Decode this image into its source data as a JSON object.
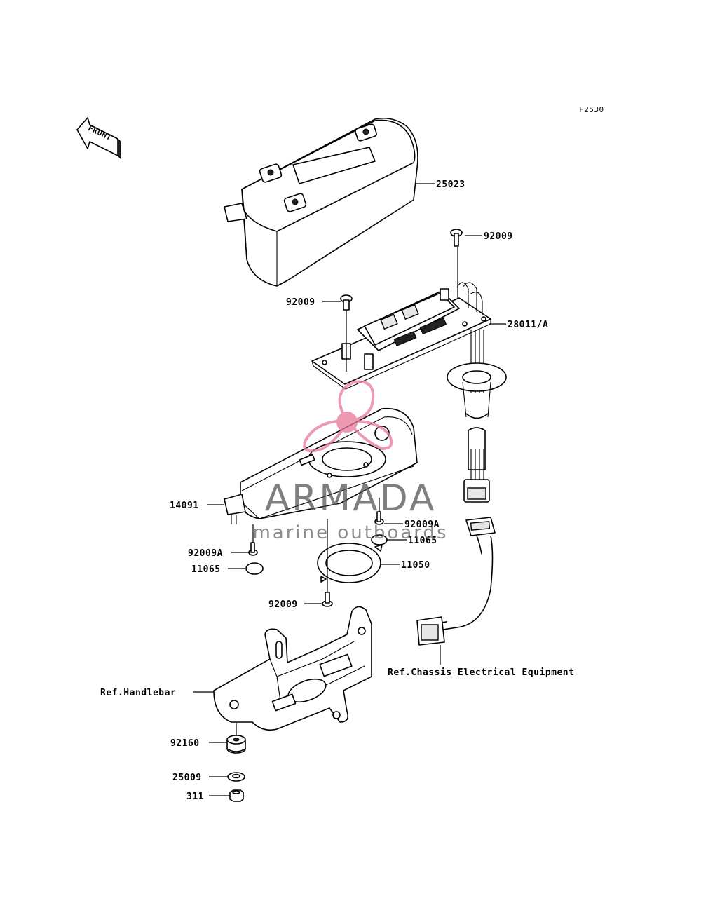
{
  "diagram_code": "F2530",
  "front_arrow_label": "FRONT",
  "callouts": {
    "p25023": "25023",
    "p92009_top": "92009",
    "p92009_left": "92009",
    "p28011": "28011/A",
    "p14091": "14091",
    "p92009A_right": "92009A",
    "p11065_right": "11065",
    "p92009A_left": "92009A",
    "p11065_left": "11065",
    "p11050": "11050",
    "p92009_bottom": "92009",
    "ref_chassis": "Ref.Chassis Electrical Equipment",
    "ref_handlebar": "Ref.Handlebar",
    "p92160": "92160",
    "p25009": "25009",
    "p311": "311"
  },
  "watermark": {
    "brand": "ARMADA",
    "tagline": "marine outboards",
    "logo_color": "#e8789a"
  }
}
